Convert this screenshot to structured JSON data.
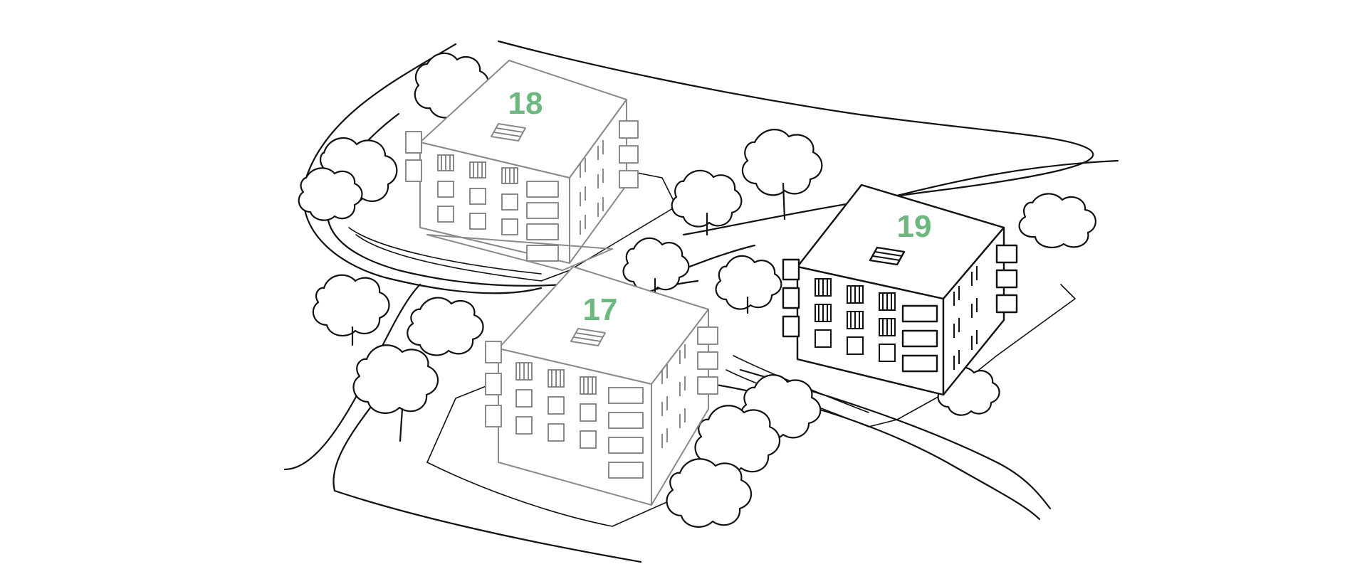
{
  "colors": {
    "label_green": "#6db87f",
    "line_dark": "#111111",
    "line_grey": "#8a8a8a",
    "background": "#ffffff"
  },
  "buildings": [
    {
      "number": "18",
      "state": "grey"
    },
    {
      "number": "17",
      "state": "grey"
    },
    {
      "number": "19",
      "state": "highlighted"
    }
  ]
}
